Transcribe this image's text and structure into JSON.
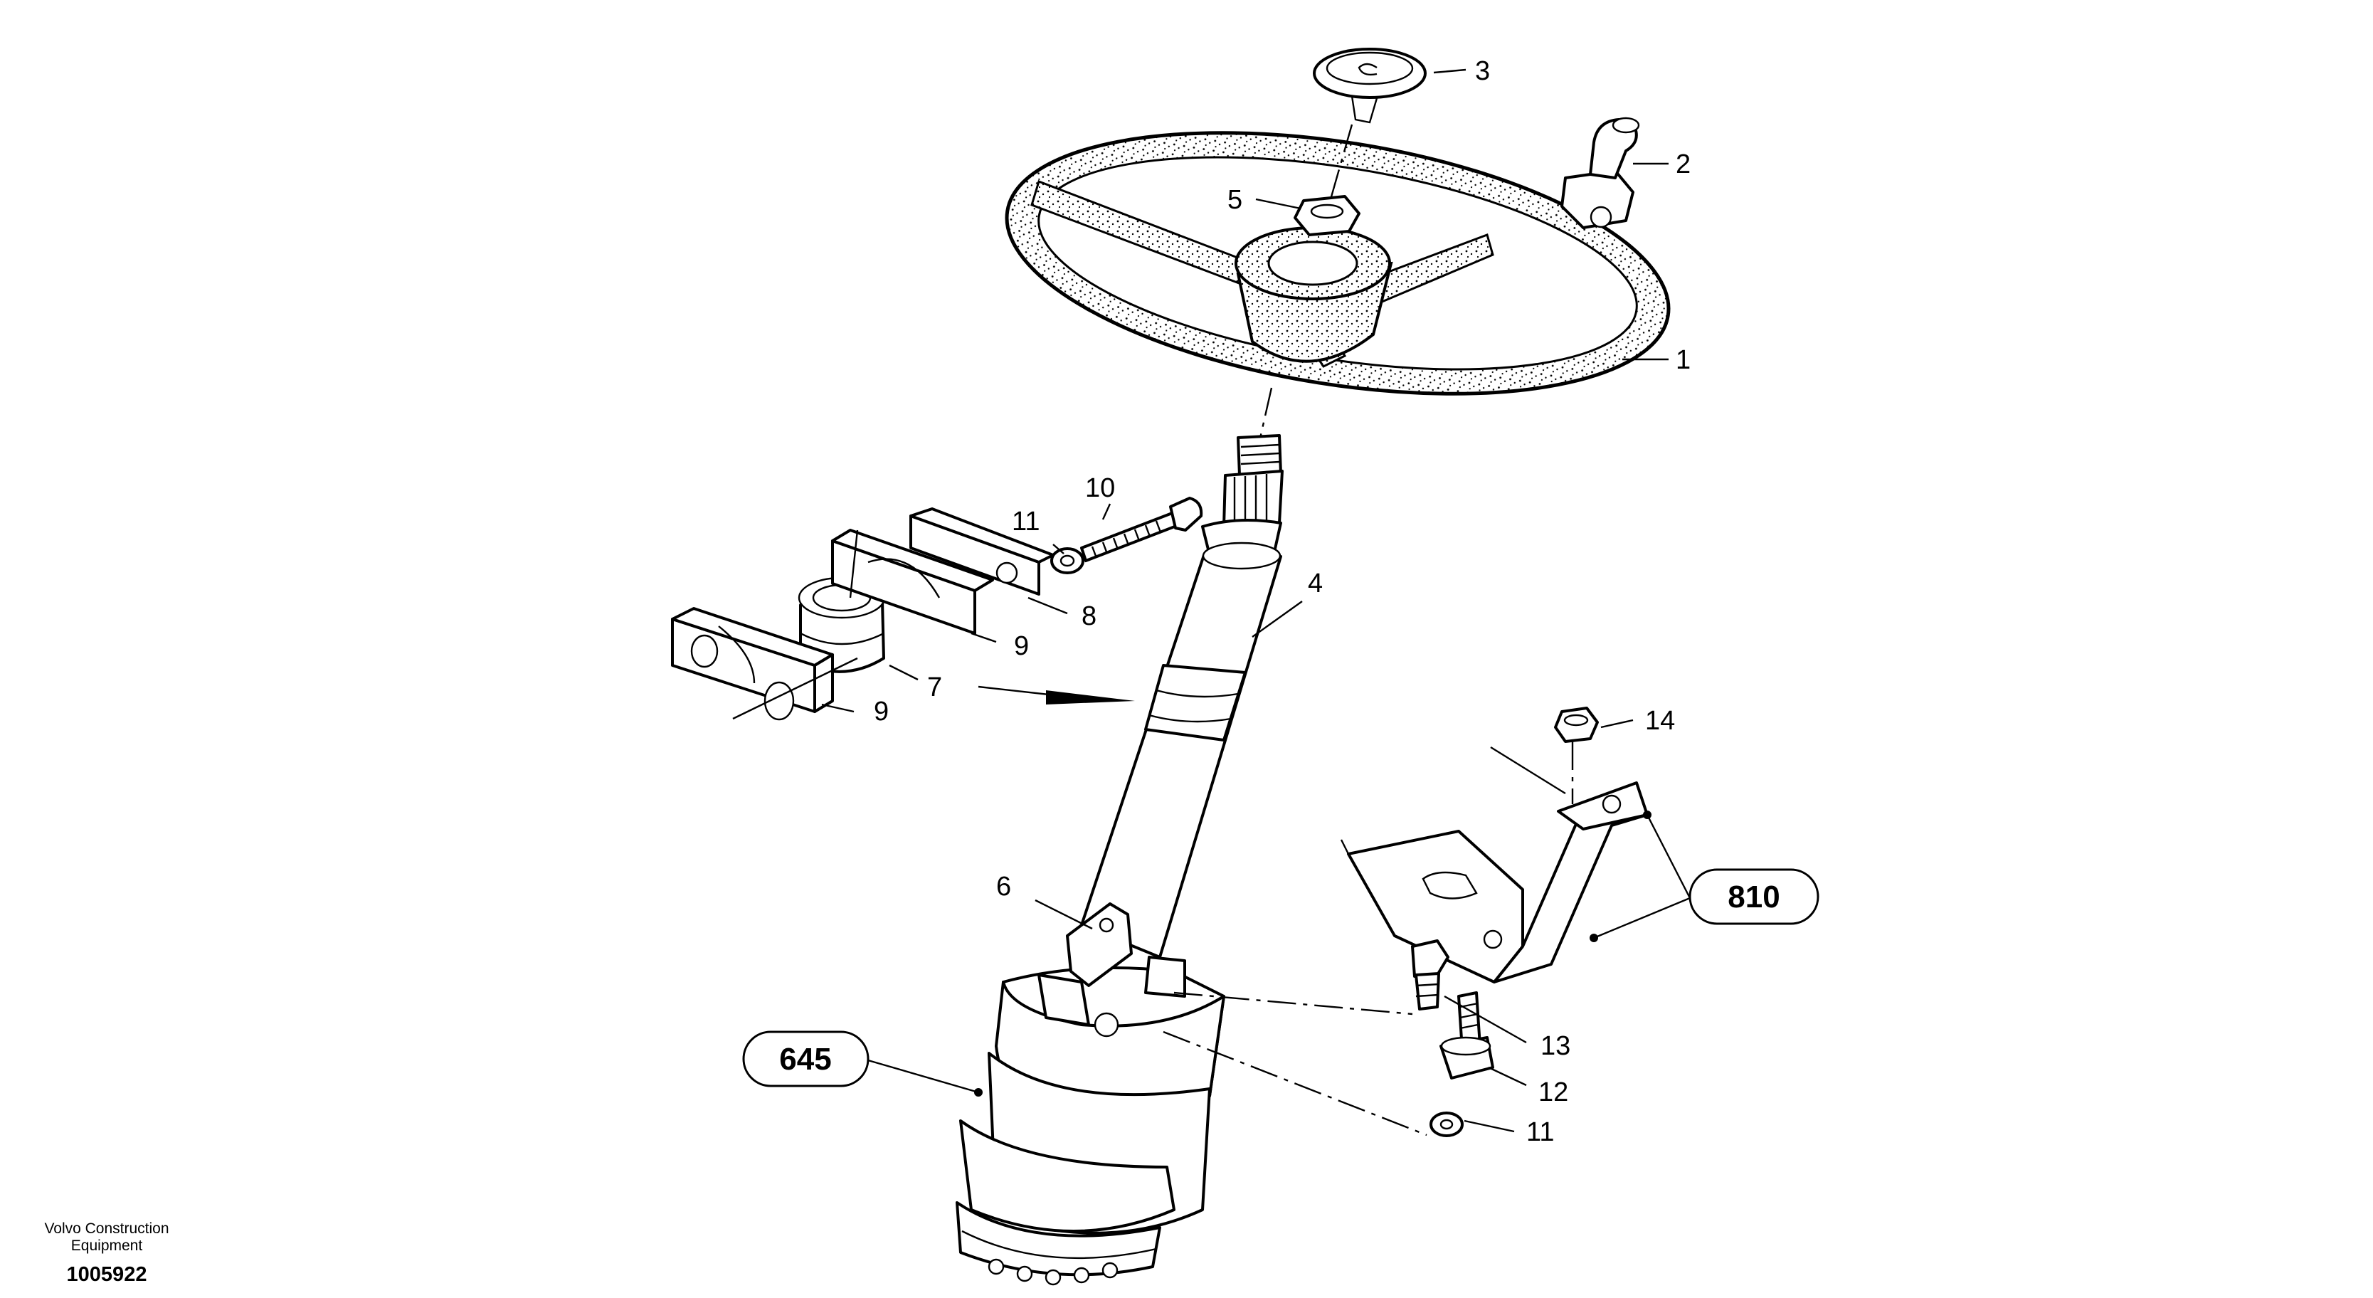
{
  "callouts": [
    {
      "id": "c1",
      "label": "1"
    },
    {
      "id": "c2",
      "label": "2"
    },
    {
      "id": "c3",
      "label": "3"
    },
    {
      "id": "c4",
      "label": "4"
    },
    {
      "id": "c5",
      "label": "5"
    },
    {
      "id": "c6",
      "label": "6"
    },
    {
      "id": "c7",
      "label": "7"
    },
    {
      "id": "c8",
      "label": "8"
    },
    {
      "id": "c9a",
      "label": "9"
    },
    {
      "id": "c9b",
      "label": "9"
    },
    {
      "id": "c10",
      "label": "10"
    },
    {
      "id": "c11a",
      "label": "11"
    },
    {
      "id": "c11b",
      "label": "11"
    },
    {
      "id": "c12",
      "label": "12"
    },
    {
      "id": "c13",
      "label": "13"
    },
    {
      "id": "c14",
      "label": "14"
    }
  ],
  "references": [
    {
      "id": "r645",
      "label": "645"
    },
    {
      "id": "r810",
      "label": "810"
    }
  ],
  "footer": {
    "brand_line1": "Volvo Construction",
    "brand_line2": "Equipment",
    "doc_number": "1005922"
  }
}
